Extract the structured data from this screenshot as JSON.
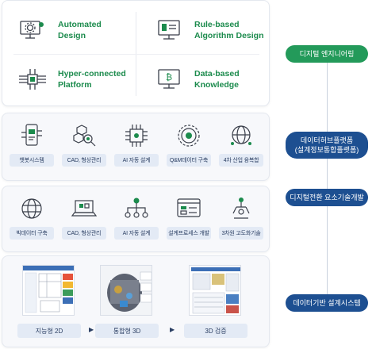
{
  "top_panel": {
    "items": [
      {
        "label": "Automated\nDesign",
        "icon": "gear-monitor-icon"
      },
      {
        "label": "Rule-based\nAlgorithm Design",
        "icon": "document-monitor-icon"
      },
      {
        "label": "Hyper-connected\nPlatform",
        "icon": "chip-circuit-icon"
      },
      {
        "label": "Data-based\nKnowledge",
        "icon": "bitcoin-monitor-icon"
      }
    ]
  },
  "row_platform": {
    "items": [
      {
        "label": "챗봇시스템",
        "icon": "chatbot-phone-icon"
      },
      {
        "label": "CAD, 형상관리",
        "icon": "cubes-search-icon"
      },
      {
        "label": "AI 자동 설계",
        "icon": "ai-chip-icon"
      },
      {
        "label": "Q&M데이터 구축",
        "icon": "target-gear-icon"
      },
      {
        "label": "4차 산업 융복합",
        "icon": "globe-network-icon"
      }
    ]
  },
  "row_technology": {
    "items": [
      {
        "label": "빅데이터 구축",
        "icon": "globe-icon"
      },
      {
        "label": "CAD, 형상관리",
        "icon": "laptop-cubes-icon"
      },
      {
        "label": "AI 자동 설계",
        "icon": "network-tree-icon"
      },
      {
        "label": "설계프로세스 개발",
        "icon": "process-window-icon"
      },
      {
        "label": "3차원 고도화기술",
        "icon": "robot-arm-icon"
      }
    ]
  },
  "row_design": {
    "items": [
      {
        "label": "지능형 2D"
      },
      {
        "label": "통합형 3D"
      },
      {
        "label": "3D 검증"
      }
    ],
    "arrow": "▶"
  },
  "stages": [
    {
      "label": "디지털 엔지니어링"
    },
    {
      "label": "데이터허브플랫폼\n(설계정보통합플랫폼)"
    },
    {
      "label": "디지털전환 요소기술개발"
    },
    {
      "label": "데이터기반 설계시스템"
    }
  ],
  "colors": {
    "green": "#1c8b4d",
    "navy": "#1d4f91",
    "label_bg": "#e3eaf5",
    "icon_stroke": "#3a3f4a"
  }
}
